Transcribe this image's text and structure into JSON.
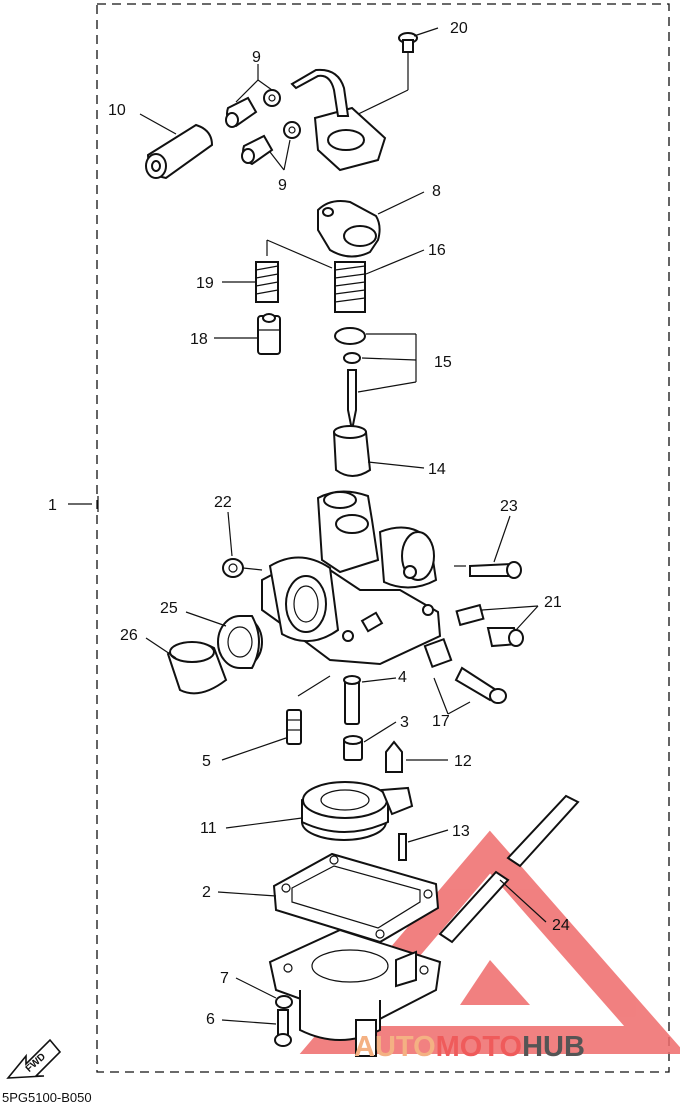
{
  "diagram": {
    "figure_code": "5PG5100-B050",
    "fwd_label": "FWD",
    "callouts": [
      "1",
      "2",
      "3",
      "4",
      "5",
      "6",
      "7",
      "8",
      "9",
      "9",
      "10",
      "11",
      "12",
      "13",
      "14",
      "15",
      "16",
      "17",
      "18",
      "19",
      "20",
      "21",
      "22",
      "23",
      "24",
      "25",
      "26"
    ]
  },
  "watermark": {
    "part1": "AUTO",
    "part2": "MOTO",
    "part3": "HUB",
    "color_auto": "#f4b183",
    "color_moto": "#ef5b5b",
    "color_hub": "#555555"
  }
}
